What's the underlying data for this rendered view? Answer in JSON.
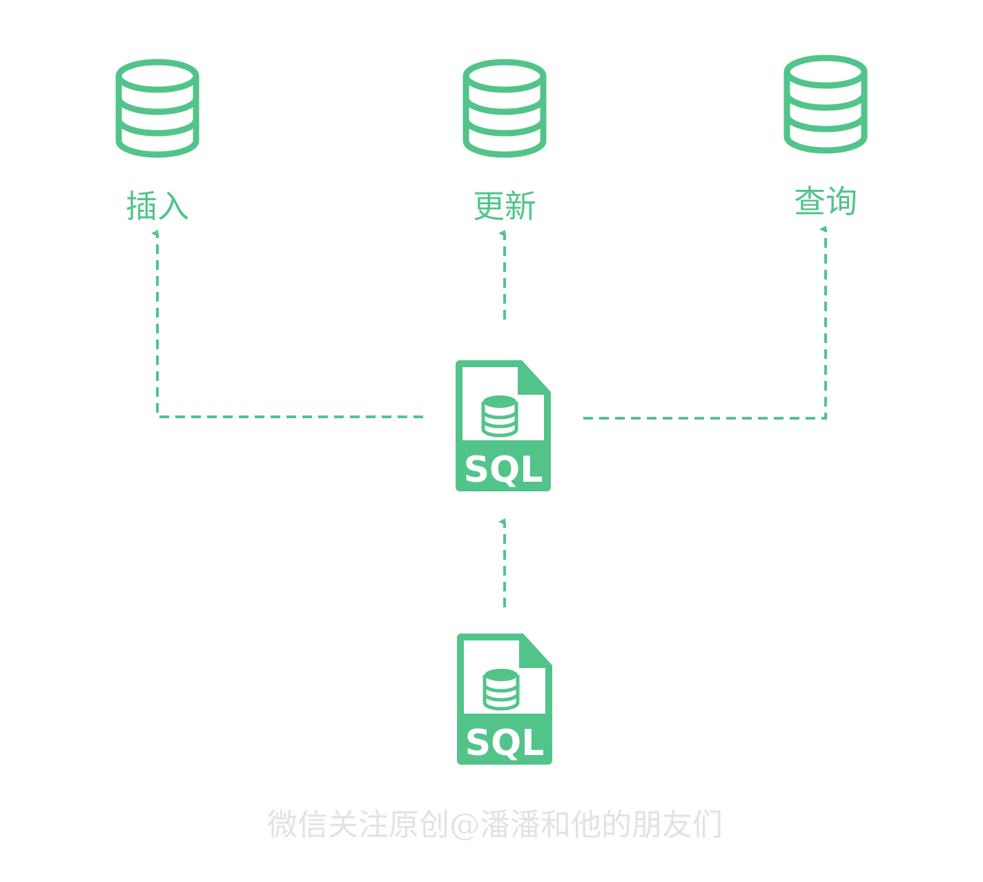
{
  "colors": {
    "accent": "#52c48a",
    "watermark": "#e2e2e2",
    "background": "#ffffff"
  },
  "nodes": {
    "insert": {
      "label": "插入",
      "icon": "database-icon"
    },
    "update": {
      "label": "更新",
      "icon": "database-icon"
    },
    "query": {
      "label": "查询",
      "icon": "database-icon"
    },
    "sql_center": {
      "label": "SQL",
      "icon": "sql-file-icon"
    },
    "sql_source": {
      "label": "SQL",
      "icon": "sql-file-icon"
    }
  },
  "edges": [
    {
      "from": "sql_source",
      "to": "sql_center",
      "style": "dashed-arrow"
    },
    {
      "from": "sql_center",
      "to": "insert",
      "style": "dashed-arrow"
    },
    {
      "from": "sql_center",
      "to": "update",
      "style": "dashed-arrow"
    },
    {
      "from": "sql_center",
      "to": "query",
      "style": "dashed-arrow"
    }
  ],
  "watermark": "微信关注原创@潘潘和他的朋友们"
}
